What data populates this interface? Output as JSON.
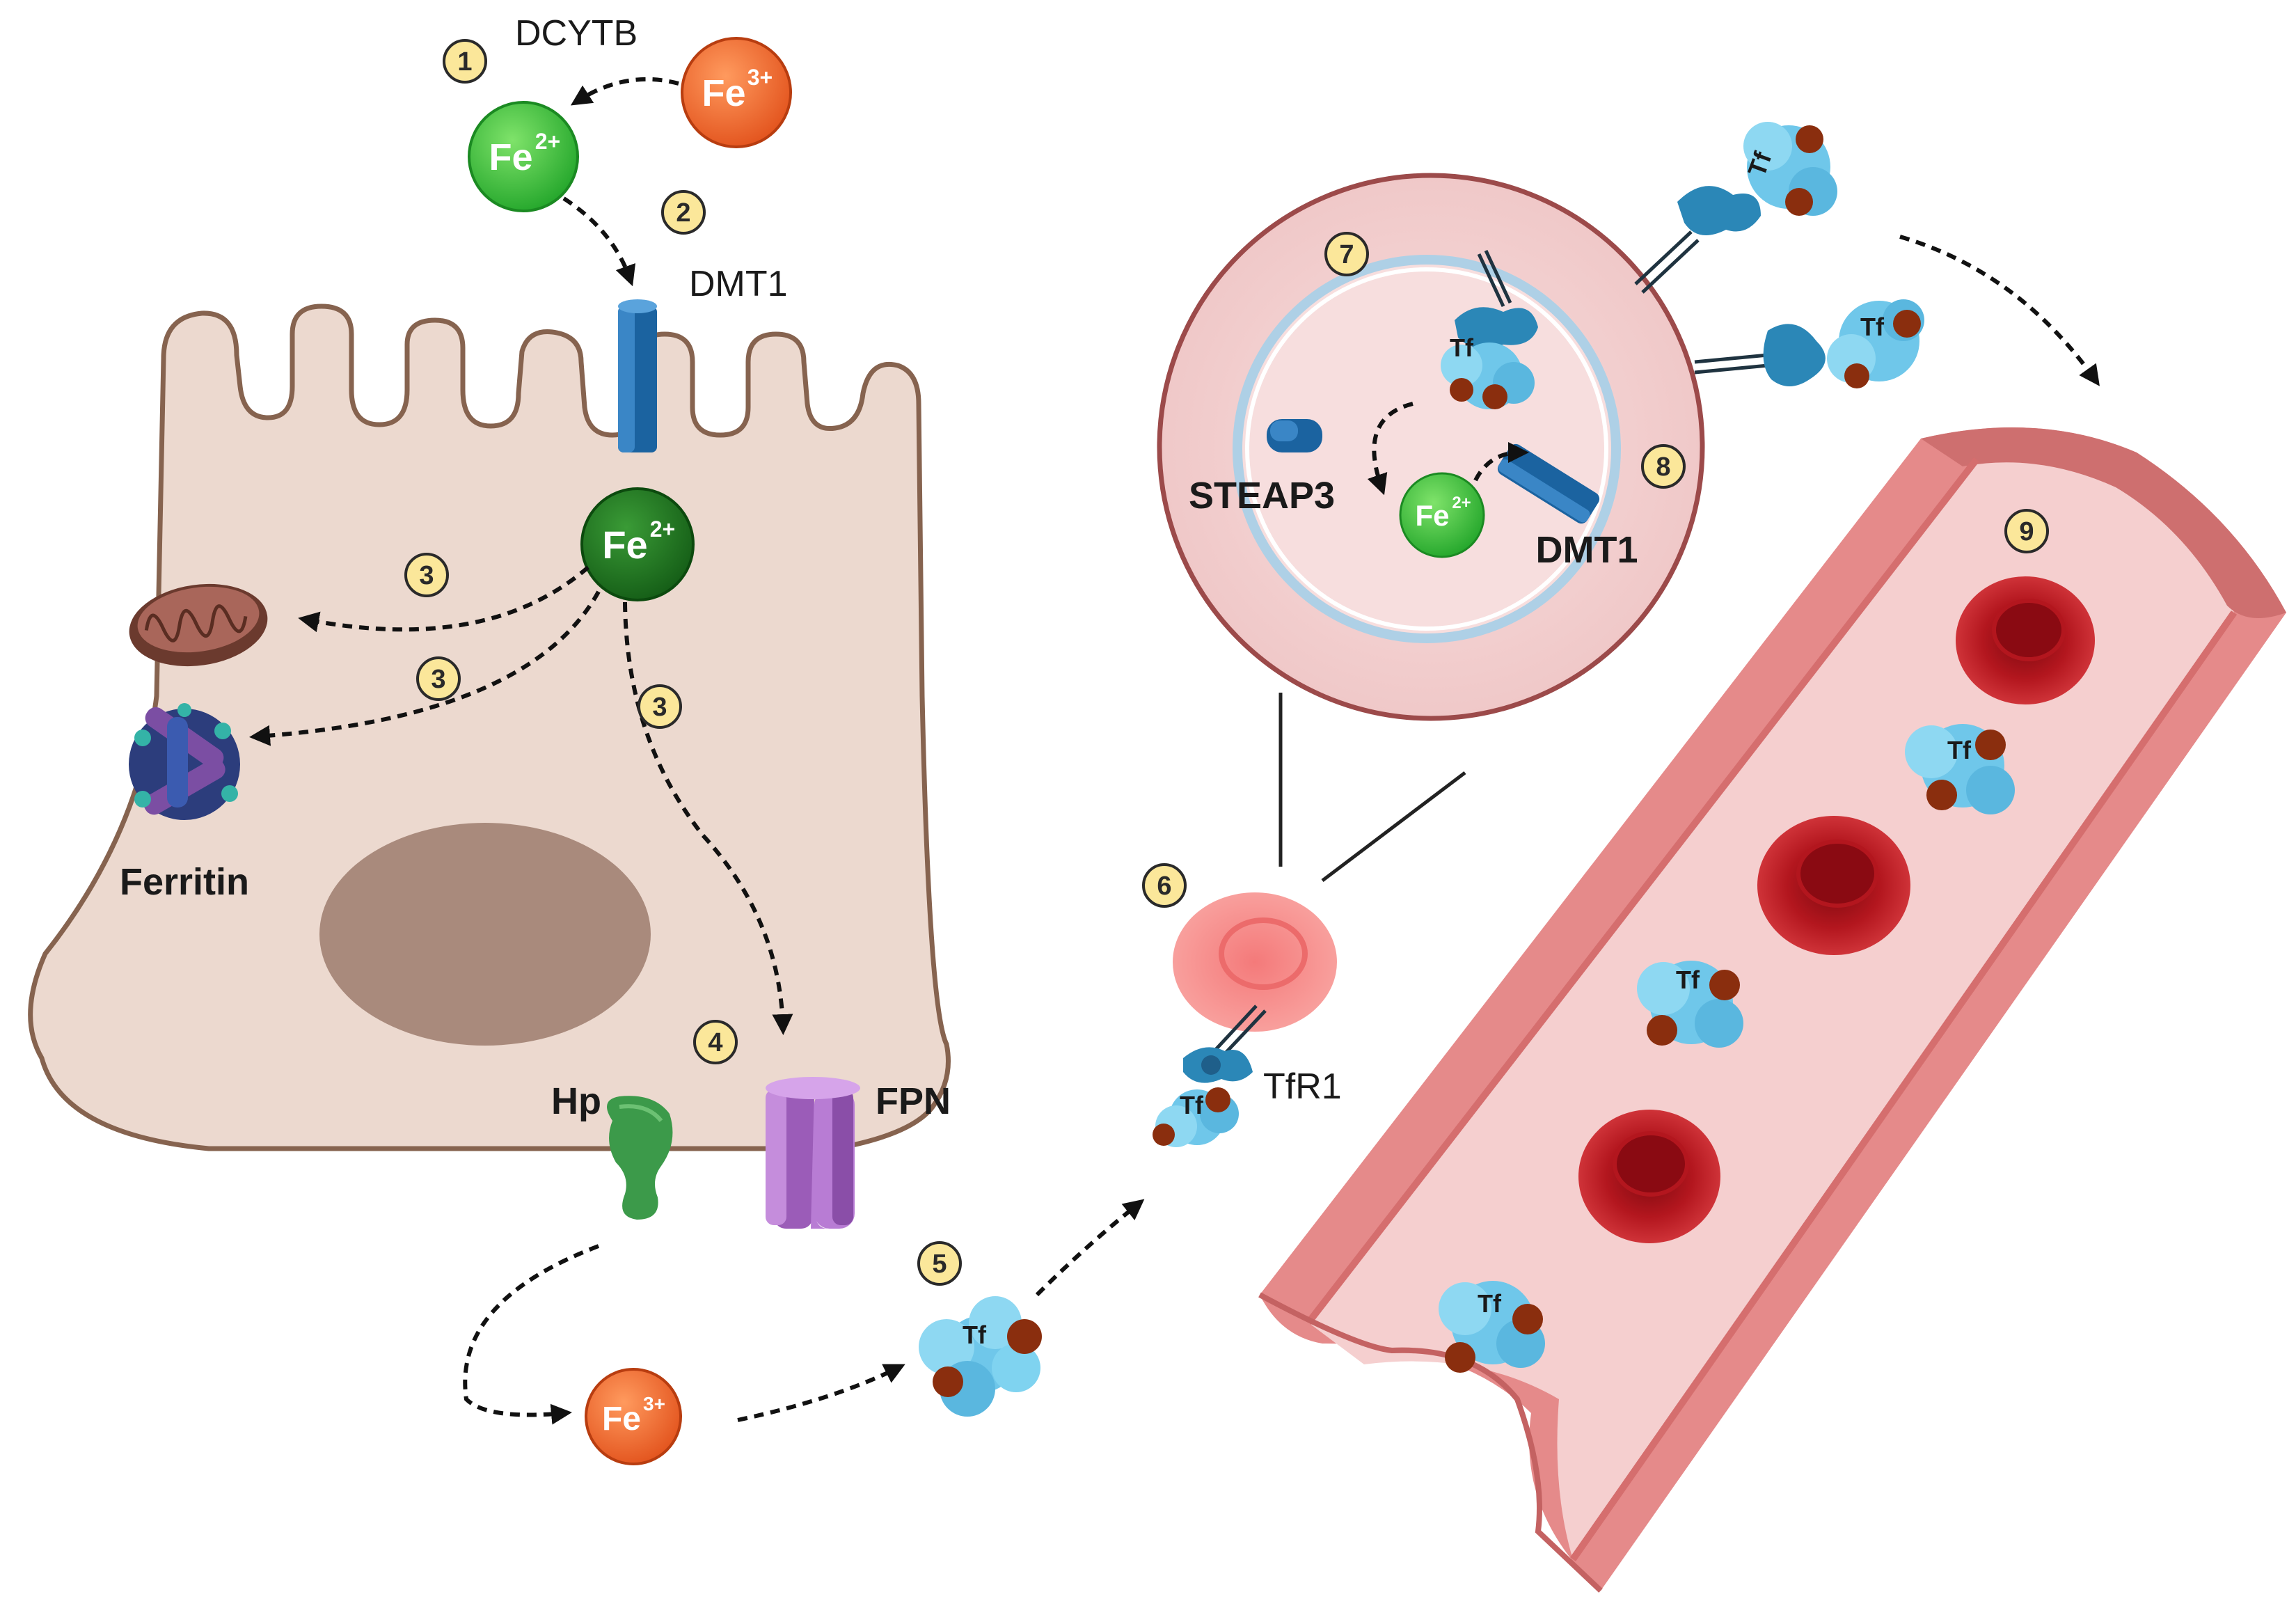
{
  "labels": {
    "dcytb": "DCYTB",
    "dmt1_top": "DMT1",
    "ferritin": "Ferritin",
    "hp": "Hp",
    "fpn": "FPN",
    "steap3": "STEAP3",
    "dmt1_endo": "DMT1",
    "tfr1": "TfR1",
    "tf": "Tf"
  },
  "ions": {
    "fe3_base": "Fe",
    "fe3_sup": "3+",
    "fe2_base": "Fe",
    "fe2_sup": "2+"
  },
  "steps": [
    "1",
    "2",
    "3",
    "3",
    "3",
    "4",
    "5",
    "6",
    "7",
    "8",
    "9"
  ],
  "colors": {
    "fe3": "#f2662a",
    "fe2_light": "#3cc334",
    "fe2_dark": "#1c7a1e",
    "cell_body": "#ecd9cf",
    "cell_outline": "#86634f",
    "nucleus": "#a98a7c",
    "dmt1": "#1b63a0",
    "vessel": "#e58a8a",
    "vessel_inner": "#f5cfcf",
    "rbc": "#b3161e",
    "tf": "#7fd3f0",
    "step_badge": "#fbe79a"
  }
}
